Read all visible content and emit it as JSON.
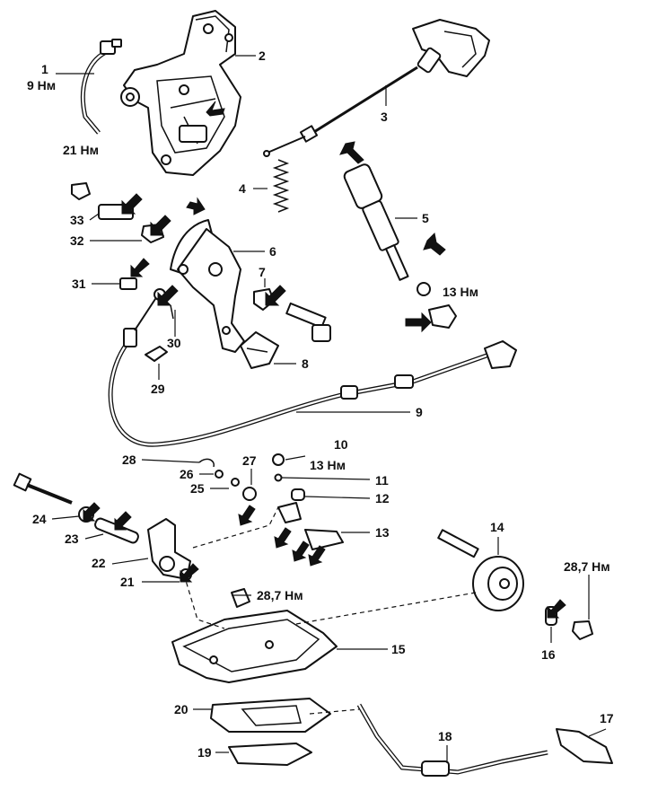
{
  "callouts": [
    {
      "id": "c1",
      "number": "1",
      "torque": "9 Нм"
    },
    {
      "id": "c2",
      "number": "2",
      "torque": ""
    },
    {
      "id": "c3",
      "number": "3",
      "torque": ""
    },
    {
      "id": "c4",
      "number": "4",
      "torque": ""
    },
    {
      "id": "c5",
      "number": "5",
      "torque": ""
    },
    {
      "id": "c6",
      "number": "6",
      "torque": ""
    },
    {
      "id": "c7",
      "number": "7",
      "torque": ""
    },
    {
      "id": "c8",
      "number": "8",
      "torque": ""
    },
    {
      "id": "c9",
      "number": "9",
      "torque": ""
    },
    {
      "id": "c10",
      "number": "10",
      "torque": "13 Нм"
    },
    {
      "id": "c11",
      "number": "11",
      "torque": ""
    },
    {
      "id": "c12",
      "number": "12",
      "torque": ""
    },
    {
      "id": "c13",
      "number": "13",
      "torque": ""
    },
    {
      "id": "c13n",
      "number": "13 Нм",
      "torque": ""
    },
    {
      "id": "c14",
      "number": "14",
      "torque": ""
    },
    {
      "id": "c15",
      "number": "15",
      "torque": ""
    },
    {
      "id": "c16",
      "number": "16",
      "torque": ""
    },
    {
      "id": "c17",
      "number": "17",
      "torque": ""
    },
    {
      "id": "c18",
      "number": "18",
      "torque": ""
    },
    {
      "id": "c19",
      "number": "19",
      "torque": ""
    },
    {
      "id": "c20",
      "number": "20",
      "torque": ""
    },
    {
      "id": "c21",
      "number": "21",
      "torque": ""
    },
    {
      "id": "c21n",
      "number": "21 Нм",
      "torque": ""
    },
    {
      "id": "c22",
      "number": "22",
      "torque": ""
    },
    {
      "id": "c23",
      "number": "23",
      "torque": ""
    },
    {
      "id": "c24",
      "number": "24",
      "torque": ""
    },
    {
      "id": "c25",
      "number": "25",
      "torque": ""
    },
    {
      "id": "c26",
      "number": "26",
      "torque": ""
    },
    {
      "id": "c27",
      "number": "27",
      "torque": ""
    },
    {
      "id": "c28",
      "number": "28",
      "torque": ""
    },
    {
      "id": "c28n",
      "number": "28,7 Нм",
      "torque": ""
    },
    {
      "id": "c28m",
      "number": "28,7 Нм",
      "torque": ""
    },
    {
      "id": "c29",
      "number": "29",
      "torque": ""
    },
    {
      "id": "c30",
      "number": "30",
      "torque": ""
    },
    {
      "id": "c31",
      "number": "31",
      "torque": ""
    },
    {
      "id": "c32",
      "number": "32",
      "torque": ""
    },
    {
      "id": "c33",
      "number": "33",
      "torque": ""
    }
  ]
}
